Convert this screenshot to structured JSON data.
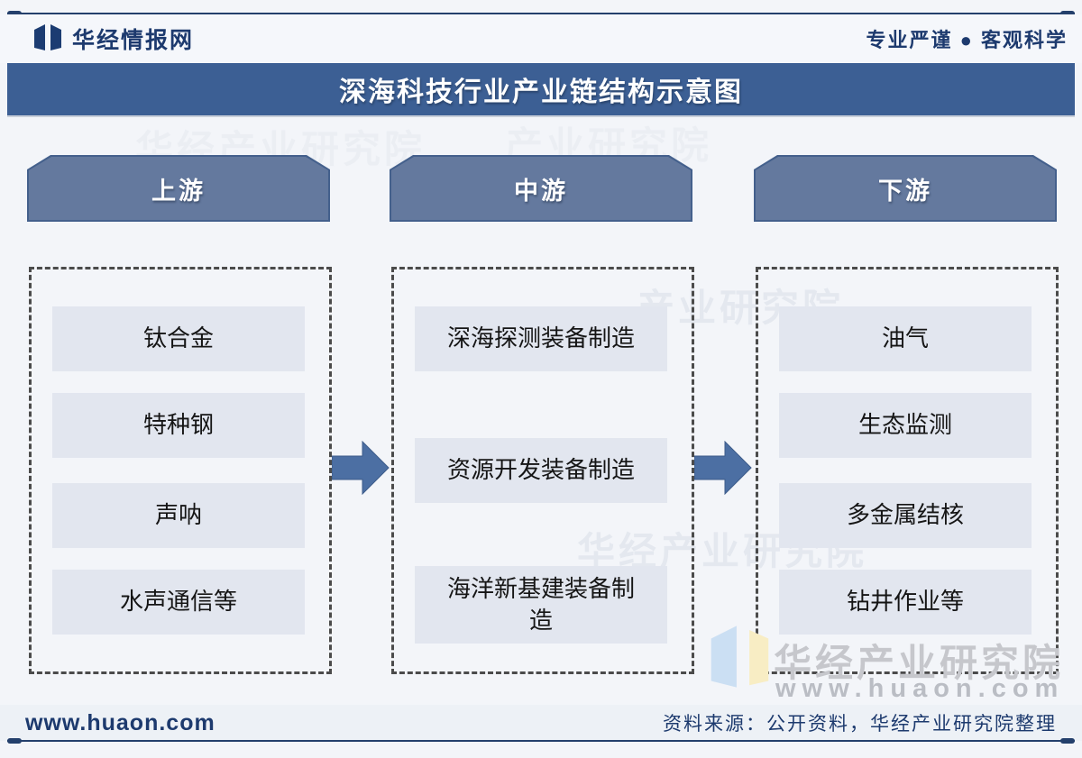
{
  "header": {
    "brand": "华经情报网",
    "slogan": "专业严谨 ● 客观科学",
    "logo_icon": "open-book-logo"
  },
  "title": "深海科技行业产业链结构示意图",
  "chain": {
    "columns": [
      {
        "header": "上游",
        "items": [
          "钛合金",
          "特种钢",
          "声呐",
          "水声通信等"
        ]
      },
      {
        "header": "中游",
        "items": [
          "深海探测装备制造",
          "资源开发装备制造",
          "海洋新基建装备制造"
        ]
      },
      {
        "header": "下游",
        "items": [
          "油气",
          "生态监测",
          "多金属结核",
          "钻井作业等"
        ]
      }
    ],
    "arrow_icon": "right-arrow"
  },
  "footer": {
    "website": "www.huaon.com",
    "source": "资料来源：公开资料，华经产业研究院整理"
  },
  "watermark": {
    "name": "华经产业研究院",
    "partial": "产业研究院",
    "site": "www.huaon.com"
  },
  "colors": {
    "title_bar": "#3c5f94",
    "banner_fill": "#64799e",
    "banner_edge": "#44608c",
    "item_bg": "#e2e6ef",
    "navy_text": "#1d3a6e",
    "arrow": "#4c6fa3",
    "rule_line": "#24406c",
    "page_bg": "#f3f5f9"
  }
}
